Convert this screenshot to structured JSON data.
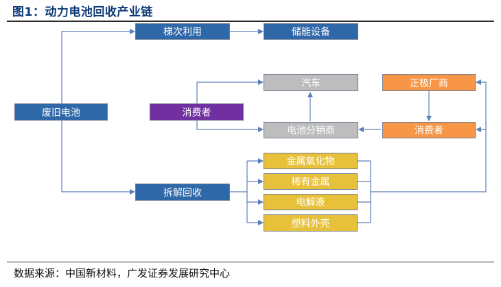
{
  "header": {
    "title": "图1：动力电池回收产业链"
  },
  "footer": {
    "source": "数据来源：中国新材料，广发证券发展研究中心"
  },
  "colors": {
    "blue": "#2f68a8",
    "purple": "#7030a0",
    "gray": "#bdbdbd",
    "orange": "#f79646",
    "yellow": "#e8c13b",
    "line": "#5b7fb8"
  },
  "nodes": {
    "waste_battery": "废旧电池",
    "cascade_use": "梯次利用",
    "energy_storage": "储能设备",
    "consumer_left": "消费者",
    "automobile": "汽车",
    "battery_distributor": "电池分销商",
    "cathode_factory": "正极厂商",
    "consumer_right": "消费者",
    "dismantle_recycle": "拆解回收",
    "metal_oxide": "金属氧化物",
    "rare_metal": "稀有金属",
    "electrolyte": "电解液",
    "plastic_shell": "塑料外壳"
  }
}
